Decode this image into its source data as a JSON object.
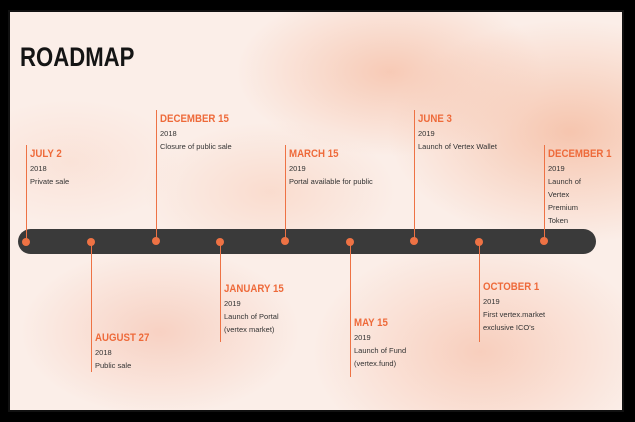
{
  "page": {
    "title": "ROADMAP"
  },
  "colors": {
    "accent": "#ee7244",
    "bar": "#3a3a3a",
    "text": "#333333"
  },
  "events": [
    {
      "date": "JULY 2",
      "year": "2018",
      "desc": "Private sale"
    },
    {
      "date": "AUGUST 27",
      "year": "2018",
      "desc": "Public sale"
    },
    {
      "date": "DECEMBER 15",
      "year": "2018",
      "desc": "Closure of public sale"
    },
    {
      "date": "JANUARY 15",
      "year": "2019",
      "desc": "Launch of Portal (vertex market)"
    },
    {
      "date": "MARCH 15",
      "year": "2019",
      "desc": "Portal available for public"
    },
    {
      "date": "MAY 15",
      "year": "2019",
      "desc": "Launch of Fund (vertex.fund)"
    },
    {
      "date": "JUNE 3",
      "year": "2019",
      "desc": "Launch of Vertex Wallet"
    },
    {
      "date": "OCTOBER 1",
      "year": "2019",
      "desc": "First vertex.market exclusive ICO's"
    },
    {
      "date": "DECEMBER 1",
      "year": "2019",
      "desc": "Launch of Vertex Premium Token"
    }
  ]
}
